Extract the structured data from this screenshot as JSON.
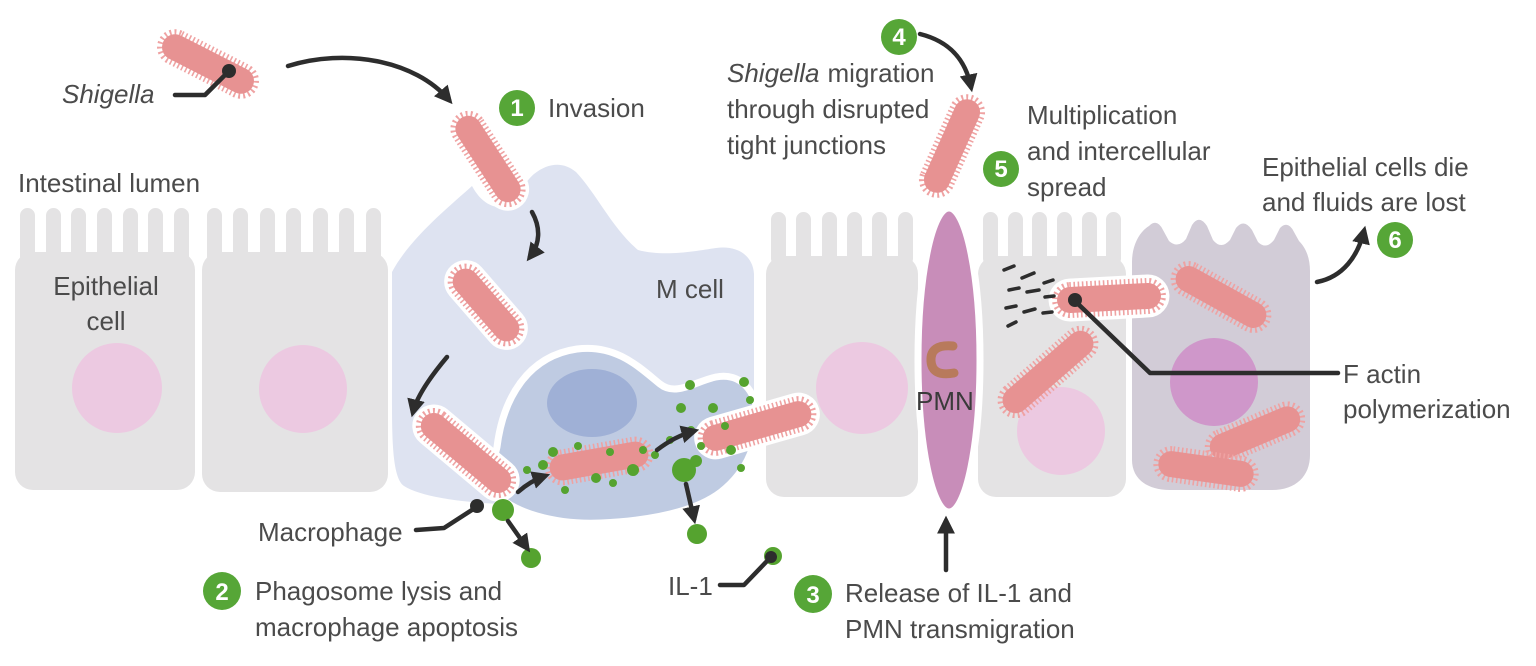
{
  "labels": {
    "shigella": "Shigella",
    "intestinal_lumen": "Intestinal lumen",
    "epithelial_cell_line1": "Epithelial",
    "epithelial_cell_line2": "cell",
    "m_cell": "M cell",
    "macrophage": "Macrophage",
    "il1": "IL-1",
    "pmn": "PMN",
    "f_actin_line1": "F actin",
    "f_actin_line2": "polymerization"
  },
  "steps": [
    {
      "num": "1",
      "text": "Invasion"
    },
    {
      "num": "2",
      "line1": "Phagosome lysis and",
      "line2": "macrophage apoptosis"
    },
    {
      "num": "3",
      "line1": "Release of IL-1 and",
      "line2": "PMN transmigration"
    },
    {
      "num": "4",
      "italic_word": "Shigella",
      "line1_rest": "migration",
      "line2": "through disrupted",
      "line3": "tight junctions"
    },
    {
      "num": "5",
      "line1": "Multiplication",
      "line2": "and intercellular",
      "line3": "spread"
    },
    {
      "num": "6",
      "line1": "Epithelial cells die",
      "line2": "and fluids are lost"
    }
  ],
  "colors": {
    "step_green": "#56a637",
    "il1_green": "#55a32f",
    "bacteria_pink": "#e79292",
    "bacteria_fringe": "#efa2a2",
    "epithelial_gray": "#e4e3e4",
    "dying_cell_gray": "#d2ccd7",
    "nucleus_pink": "#ecc9e1",
    "dying_nucleus_pink": "#cf97ca",
    "m_cell_blue": "#dee3f1",
    "macrophage_blue": "#bfcbe2",
    "macrophage_nucleus_blue": "#9fb0d6",
    "pmn_mauve": "#c88db9",
    "pmn_nucleus_brown": "#b87a5c",
    "text_gray": "#4b4b4b",
    "arrow_black": "#2d2d2d"
  }
}
